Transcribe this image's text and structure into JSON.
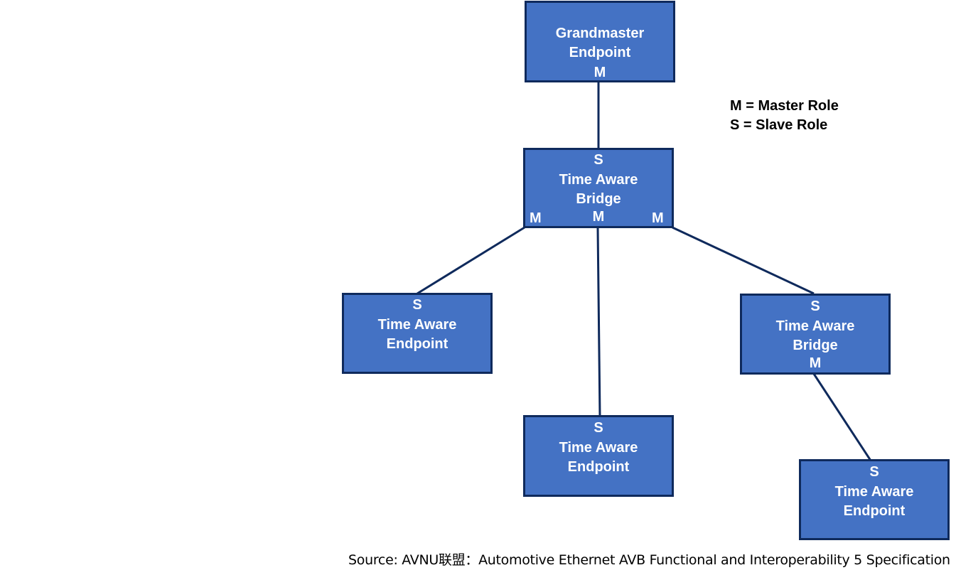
{
  "colors": {
    "box_fill": "#4472C4",
    "box_border": "#0F2A5C",
    "link": "#0F2A5C"
  },
  "nodes": {
    "grandmaster": {
      "line1": "Grandmaster",
      "line2": "Endpoint",
      "port": "M"
    },
    "bridge1": {
      "top": "S",
      "line1": "Time Aware",
      "line2": "Bridge",
      "port_left": "M",
      "port_center": "M",
      "port_right": "M"
    },
    "endpoint_left": {
      "top": "S",
      "line1": "Time Aware",
      "line2": "Endpoint"
    },
    "endpoint_center": {
      "top": "S",
      "line1": "Time Aware",
      "line2": "Endpoint"
    },
    "bridge2": {
      "top": "S",
      "line1": "Time Aware",
      "line2": "Bridge",
      "port": "M"
    },
    "endpoint_right": {
      "top": "S",
      "line1": "Time Aware",
      "line2": "Endpoint"
    }
  },
  "legend": {
    "master": "M = Master  Role",
    "slave": "S = Slave  Role"
  },
  "source": "Source: AVNU联盟：Automotive Ethernet AVB  Functional and Interoperability 5 Specification"
}
